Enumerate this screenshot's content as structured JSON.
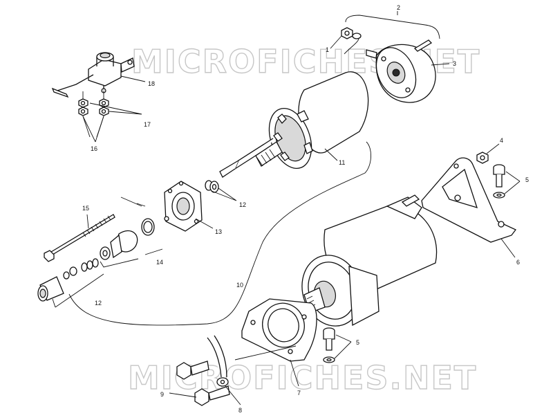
{
  "watermark": {
    "top_text": "MICROFICHES.NET",
    "bottom_text": "MICROFICHES.NET"
  },
  "callouts": {
    "c1": "1",
    "c2": "2",
    "c3": "3",
    "c4": "4",
    "c5a": "5",
    "c5b": "5",
    "c6": "6",
    "c7": "7",
    "c8": "8",
    "c9": "9",
    "c10": "10",
    "c11": "11",
    "c12a": "12",
    "c12b": "12",
    "c13": "13",
    "c14": "14",
    "c15": "15",
    "c16": "16",
    "c17": "17",
    "c18": "18"
  }
}
